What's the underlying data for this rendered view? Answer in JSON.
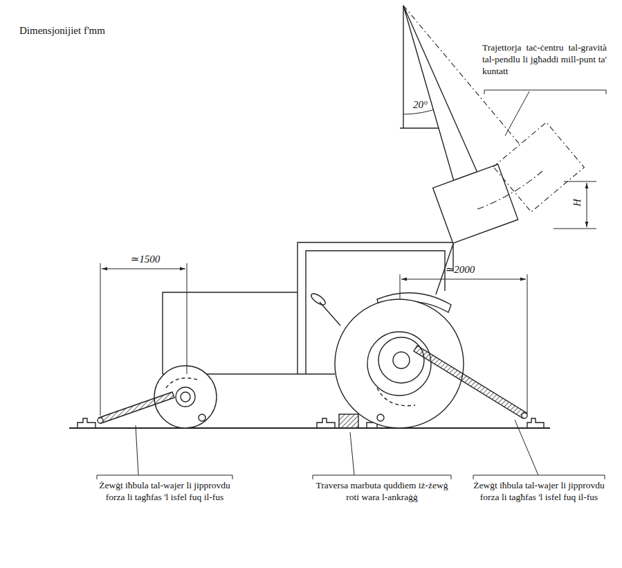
{
  "diagram": {
    "labels": [
      "Dimensjonijiet f'mm",
      "Trajettorja taċ-ċentru tal-gravità tal-pendlu li jgħaddi mill-punt ta' kuntatt",
      "20°",
      "H",
      "≃1500",
      "≃2000",
      "Żewġt iħbula tal-wajer li jipprovdu forza li tagħfas 'l isfel fuq il-fus",
      "Traversa marbuta quddiem iż-żewġ roti wara l-ankraġġ",
      "Żewġt iħbula tal-wajer li jipprovdu forza li tagħfas 'l isfel fuq il-fus"
    ]
  }
}
